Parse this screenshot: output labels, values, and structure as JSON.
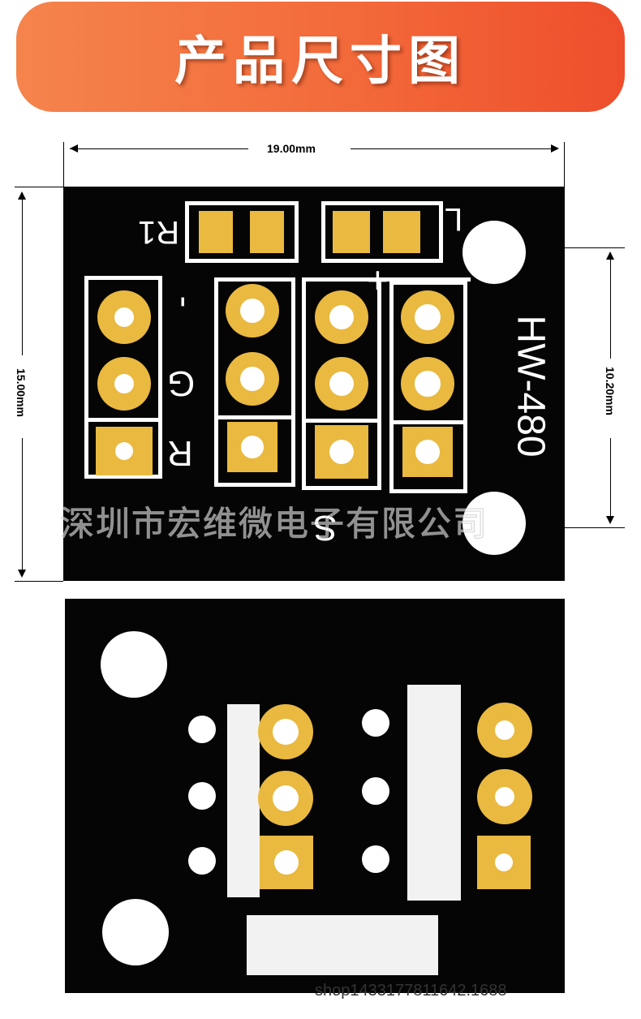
{
  "banner": {
    "title": "产品尺寸图"
  },
  "dimensions": {
    "width": "19.00mm",
    "height": "15.00mm",
    "hole_spacing": "10.20mm"
  },
  "silkscreen": {
    "resistor_label": "R1",
    "model": "HW-480",
    "minus": "-",
    "g": "G",
    "r": "R",
    "plus": "+",
    "s": "S",
    "corner": "L"
  },
  "watermark": "深圳市宏维微电子有限公司",
  "footer": "shop1433177811642.1688",
  "colors": {
    "banner_start": "#f5844c",
    "banner_end": "#ee4e2c",
    "board": "#050505",
    "pad": "#e9b940",
    "silk": "#ffffff"
  }
}
